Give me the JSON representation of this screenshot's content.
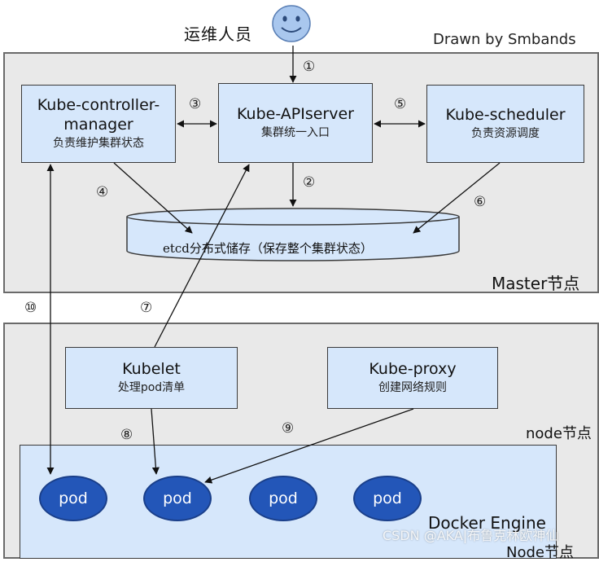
{
  "ops_label": "运维人员",
  "credit": "Drawn by Smbands",
  "master": {
    "label": "Master节点",
    "controller": {
      "title_line1": "Kube-controller-",
      "title_line2": "manager",
      "subtitle": "负责维护集群状态"
    },
    "apiserver": {
      "title": "Kube-APIserver",
      "subtitle": "集群统一入口"
    },
    "scheduler": {
      "title": "Kube-scheduler",
      "subtitle": "负责资源调度"
    },
    "etcd": "etcd分布式储存（保存整个集群状态）"
  },
  "node": {
    "label": "node节点",
    "kubelet": {
      "title": "Kubelet",
      "subtitle": "处理pod清单"
    },
    "proxy": {
      "title": "Kube-proxy",
      "subtitle": "创建网络规则"
    },
    "engine_label": "Docker Engine",
    "pods": [
      "pod",
      "pod",
      "pod",
      "pod"
    ],
    "bottom_partial": "Node节点"
  },
  "steps": [
    "①",
    "②",
    "③",
    "④",
    "⑤",
    "⑥",
    "⑦",
    "⑧",
    "⑨",
    "⑩"
  ],
  "watermark": "CSDN @AKA|布鲁克林欧神仙"
}
